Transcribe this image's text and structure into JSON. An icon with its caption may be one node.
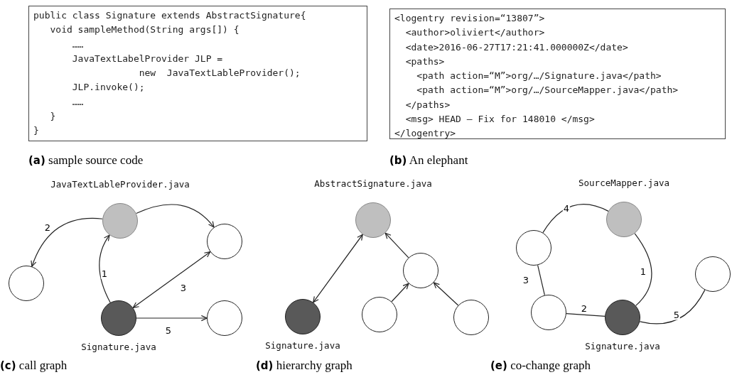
{
  "diagram": {
    "nodes": [
      {
        "text": [
          "public class Signature extends AbstractSignature{",
          "   void sampleMethod(String args[]) {",
          "       ……",
          "       JavaTextLabelProvider JLP =",
          "                   new  JavaTextLableProvider();",
          "       JLP.invoke();",
          "       ……",
          "   }",
          "}"
        ]
      },
      {
        "text": [
          "<logentry revision=“13807”>",
          "  <author>oliviert</author>",
          "  <date>2016-06-27T17:21:41.000000Z</date>",
          "  <paths>",
          "    <path action=“M”>org/…/Signature.java</path>",
          "    <path action=“M”>org/…/SourceMapper.java</path>",
          "  </paths>",
          "  <msg> HEAD – Fix for 148010 </msg>",
          "</logentry>"
        ]
      },
      {
        "text": [],
        "shape": "circle",
        "beside": [
          "JavaTextLableProvider.java"
        ]
      },
      {
        "text": [],
        "shape": "circle"
      },
      {
        "text": [],
        "shape": "circle"
      },
      {
        "text": [],
        "shape": "circle",
        "beside": [
          "Signature.java"
        ]
      },
      {
        "text": [],
        "shape": "circle"
      },
      {
        "text": [],
        "shape": "circle",
        "beside": [
          "AbstractSignature.java"
        ]
      },
      {
        "text": [],
        "shape": "circle"
      },
      {
        "text": [],
        "shape": "circle",
        "beside": [
          "Signature.java"
        ]
      },
      {
        "text": [],
        "shape": "circle"
      },
      {
        "text": [],
        "shape": "circle"
      },
      {
        "text": [],
        "shape": "circle",
        "beside": [
          "SourceMapper.java"
        ]
      },
      {
        "text": [],
        "shape": "circle"
      },
      {
        "text": [],
        "shape": "circle"
      },
      {
        "text": [],
        "shape": "circle"
      },
      {
        "text": [],
        "shape": "circle",
        "beside": [
          "Signature.java"
        ]
      }
    ],
    "edges": [
      {
        "from": 2,
        "to": 3,
        "arrow": "to"
      },
      {
        "from": 2,
        "to": 4,
        "arrow": "to",
        "label": "2"
      },
      {
        "from": 5,
        "to": 2,
        "arrow": "to",
        "label": "1"
      },
      {
        "from": 5,
        "to": 3,
        "arrow": "both",
        "label": "3"
      },
      {
        "from": 5,
        "to": 6,
        "arrow": "to",
        "label": "5"
      },
      {
        "from": 9,
        "to": 7,
        "arrow": "both"
      },
      {
        "from": 8,
        "to": 7,
        "arrow": "to"
      },
      {
        "from": 10,
        "to": 8,
        "arrow": "to"
      },
      {
        "from": 11,
        "to": 8,
        "arrow": "to"
      },
      {
        "from": 12,
        "to": 16,
        "arrow": "none",
        "label": "1"
      },
      {
        "from": 15,
        "to": 16,
        "arrow": "none",
        "label": "2"
      },
      {
        "from": 13,
        "to": 15,
        "arrow": "none",
        "label": "3"
      },
      {
        "from": 13,
        "to": 12,
        "arrow": "none",
        "label": "4"
      },
      {
        "from": 16,
        "to": 14,
        "arrow": "none",
        "label": "5"
      }
    ],
    "labels": [
      "**(a)** sample source code",
      "**(b)** An elephant",
      "**(c)** call graph",
      "**(d)** hierarchy graph",
      "**(e)** co-change graph"
    ]
  }
}
